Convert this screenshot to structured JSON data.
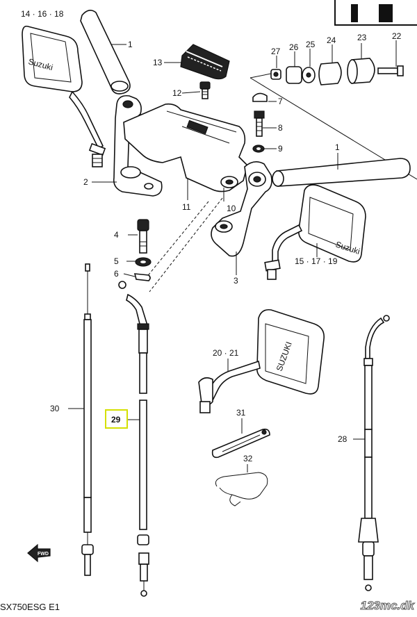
{
  "callouts": {
    "c14_16_18": "14 · 16 · 18",
    "c1_top": "1",
    "c13": "13",
    "c27": "27",
    "c26": "26",
    "c25": "25",
    "c24": "24",
    "c23": "23",
    "c22": "22",
    "c12": "12",
    "c7": "7",
    "c8": "8",
    "c9": "9",
    "c1_right": "1",
    "c2": "2",
    "c11": "11",
    "c10": "10",
    "c4": "4",
    "c5": "5",
    "c6": "6",
    "c3": "3",
    "c15_17_19": "15 · 17 · 19",
    "c20_21": "20 · 21",
    "c30": "30",
    "c29": "29",
    "c31": "31",
    "c32": "32",
    "c28": "28"
  },
  "mirror_marks": {
    "left": "Suzuki",
    "right": "Suzuki",
    "lower": "SUZUKI"
  },
  "fwd_label": "FWD",
  "footer_code": "SX750ESG E1",
  "watermark": "123mc.dk",
  "highlight_color": "#d4e000"
}
